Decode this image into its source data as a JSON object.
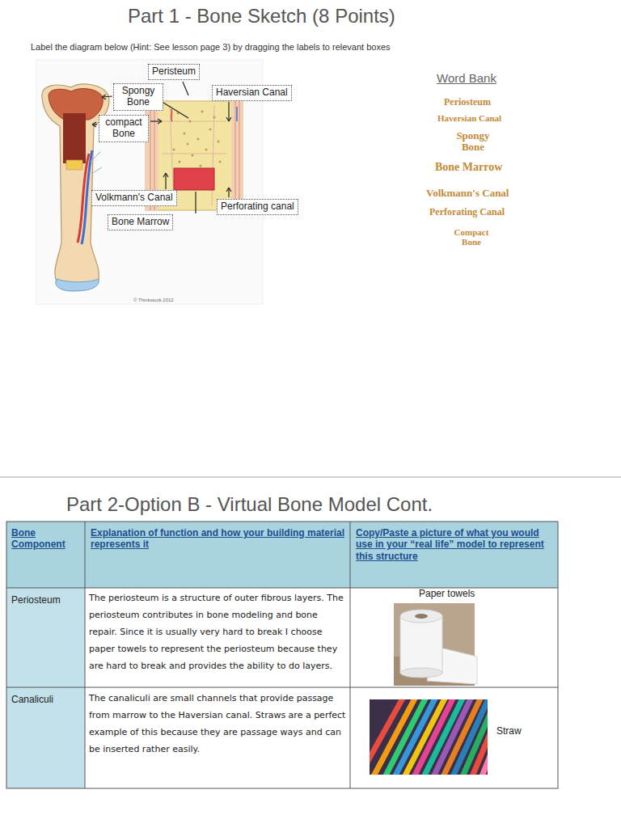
{
  "diagram": {
    "title": "Part 1 - Bone Sketch (8 Points)",
    "nodes": [
      {
        "text": [
          "Peristeum"
        ]
      },
      {
        "text": [
          "Spongy Bone"
        ]
      },
      {
        "text": [
          "Haversian Canal"
        ]
      },
      {
        "text": [
          "compact Bone"
        ]
      },
      {
        "text": [
          "Volkmann's Canal"
        ]
      },
      {
        "text": [
          "Bone Marrow"
        ]
      },
      {
        "text": [
          "Perforating canal"
        ]
      }
    ],
    "labels": [
      "Label the diagram below (Hint: See lesson page 3) by dragging the labels to relevant boxes",
      "Word Bank",
      "Periosteum",
      "Haversian Canal",
      "Spongy Bone",
      "Bone Marrow",
      "Volkmann's Canal",
      "Perforating Canal",
      "Compact Bone",
      "© Thinkstock 2012",
      "Part 2-Option B - Virtual Bone Model Cont.",
      "Bone Component",
      "Explanation of function and how your building material represents it",
      "Copy/Paste a picture of what you would use in your “real life” model to represent this structure",
      "Periosteum",
      "The periosteum is a structure of outer fibrous layers. The periosteum contributes in bone modeling and bone repair. Since it is usually very hard to break I choose paper towels to represent the periosteum because they are hard to break and provides the ability to do layers.",
      "Paper towels",
      "Canaliculi",
      "The canaliculi are small channels that provide passage from marrow to the Haversian canal. Straws are a perfect example of this because they are passage ways and can be inserted rather easily.",
      "Straw"
    ]
  }
}
